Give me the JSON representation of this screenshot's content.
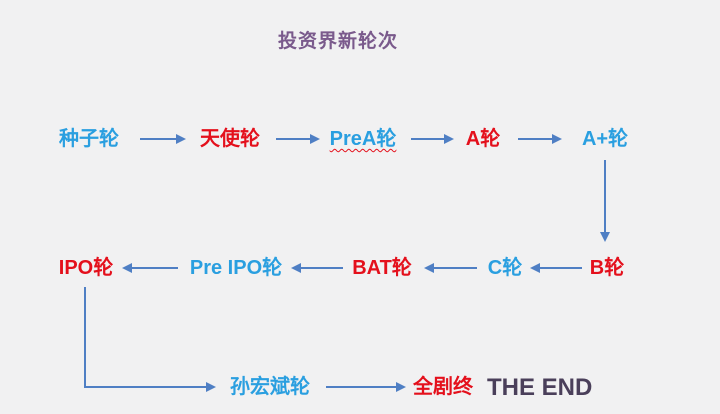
{
  "diagram": {
    "title": "投资界新轮次",
    "nodes": [
      {
        "id": "seed",
        "label": "种子轮",
        "color": "#2a9fe0"
      },
      {
        "id": "angel",
        "label": "天使轮",
        "color": "#e4101c"
      },
      {
        "id": "prea",
        "label": "PreA轮",
        "color": "#2a9fe0"
      },
      {
        "id": "a",
        "label": "A轮",
        "color": "#e4101c"
      },
      {
        "id": "aplus",
        "label": "A+轮",
        "color": "#2a9fe0"
      },
      {
        "id": "b",
        "label": "B轮",
        "color": "#e4101c"
      },
      {
        "id": "c",
        "label": "C轮",
        "color": "#2a9fe0"
      },
      {
        "id": "bat",
        "label": "BAT轮",
        "color": "#e4101c"
      },
      {
        "id": "preipo",
        "label": "Pre IPO轮",
        "color": "#2a9fe0"
      },
      {
        "id": "ipo",
        "label": "IPO轮",
        "color": "#e4101c"
      },
      {
        "id": "sun",
        "label": "孙宏斌轮",
        "color": "#2a9fe0"
      },
      {
        "id": "end",
        "label": "全剧终",
        "color": "#e4101c"
      }
    ],
    "end_label": "THE END",
    "edges": [
      [
        "seed",
        "angel"
      ],
      [
        "angel",
        "prea"
      ],
      [
        "prea",
        "a"
      ],
      [
        "a",
        "aplus"
      ],
      [
        "aplus",
        "b"
      ],
      [
        "b",
        "c"
      ],
      [
        "c",
        "bat"
      ],
      [
        "bat",
        "preipo"
      ],
      [
        "preipo",
        "ipo"
      ],
      [
        "ipo",
        "sun"
      ],
      [
        "sun",
        "end"
      ]
    ],
    "arrow_color": "#4f7fc4"
  }
}
